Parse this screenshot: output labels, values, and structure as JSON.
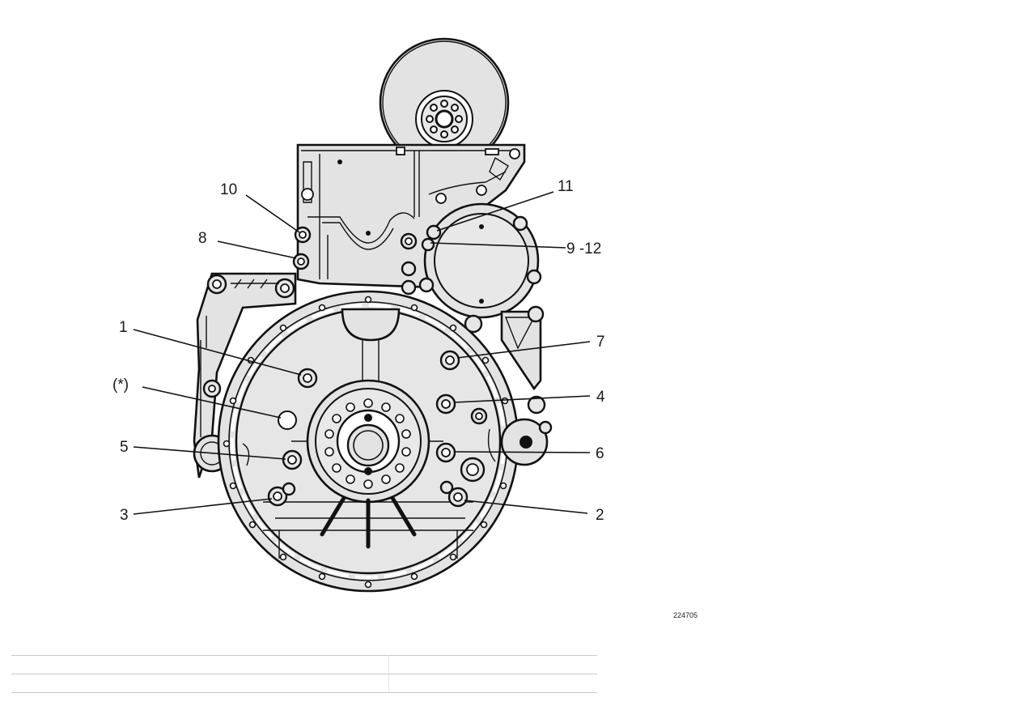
{
  "figure": {
    "figure_number": "224705",
    "callouts": {
      "c10": "10",
      "c8": "8",
      "c11": "11",
      "c912": "9 -12",
      "c1": "1",
      "cstar": "(*)",
      "c5": "5",
      "c3": "3",
      "c7": "7",
      "c4": "4",
      "c6": "6",
      "c2": "2"
    }
  },
  "table": {
    "rows": [
      [
        "",
        ""
      ],
      [
        "",
        ""
      ]
    ]
  }
}
